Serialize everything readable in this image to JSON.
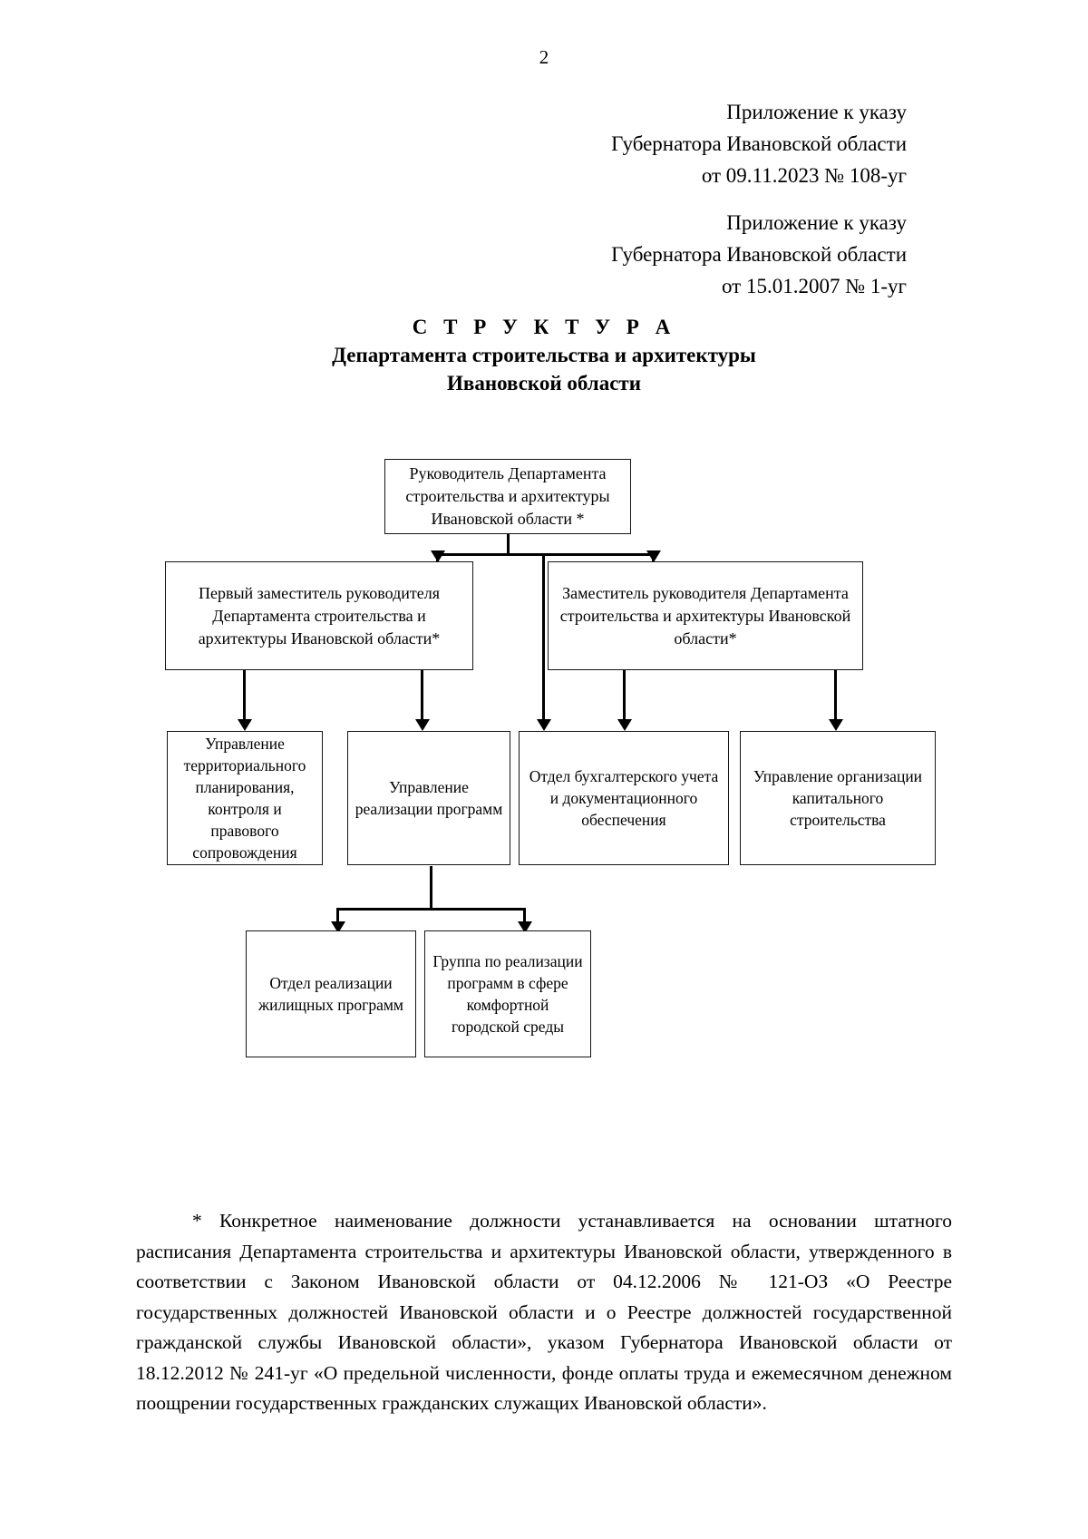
{
  "page": {
    "number": "2"
  },
  "approvals": [
    {
      "lines": [
        "Приложение к указу",
        "Губернатора Ивановской области",
        "от 09.11.2023 № 108-уг"
      ]
    },
    {
      "lines": [
        "Приложение к указу",
        "Губернатора Ивановской области",
        "от 15.01.2007 № 1-уг"
      ]
    }
  ],
  "title": {
    "main": "С Т Р У К Т У Р А",
    "sub1": "Департамента строительства и архитектуры",
    "sub2": "Ивановской области"
  },
  "chart_data": {
    "type": "diagram",
    "title": "Структура Департамента строительства и архитектуры Ивановской области",
    "nodes": [
      {
        "id": "head",
        "label": "Руководитель Департамента строительства и архитектуры Ивановской области *",
        "level": 1
      },
      {
        "id": "first_deputy",
        "label": "Первый заместитель руководителя Департамента строительства и архитектуры Ивановской области*",
        "level": 2
      },
      {
        "id": "deputy",
        "label": "Заместитель руководителя Департамента строительства и архитектуры Ивановской области*",
        "level": 2
      },
      {
        "id": "territorial",
        "label": "Управление территориального планирования, контроля и правового сопровождения",
        "level": 3
      },
      {
        "id": "programs",
        "label": "Управление реализации программ",
        "level": 3
      },
      {
        "id": "accounting",
        "label": "Отдел бухгалтерского учета и документационного обеспечения",
        "level": 3
      },
      {
        "id": "capital",
        "label": "Управление организации капитального строительства",
        "level": 3
      },
      {
        "id": "housing",
        "label": "Отдел реализации жилищных программ",
        "level": 4
      },
      {
        "id": "urban_env",
        "label": "Группа по реализации программ в сфере комфортной городской среды",
        "level": 4
      }
    ],
    "edges": [
      {
        "from": "head",
        "to": "first_deputy"
      },
      {
        "from": "head",
        "to": "deputy"
      },
      {
        "from": "head",
        "to": "accounting"
      },
      {
        "from": "first_deputy",
        "to": "territorial"
      },
      {
        "from": "first_deputy",
        "to": "programs"
      },
      {
        "from": "deputy",
        "to": "accounting"
      },
      {
        "from": "deputy",
        "to": "capital"
      },
      {
        "from": "programs",
        "to": "housing"
      },
      {
        "from": "programs",
        "to": "urban_env"
      }
    ]
  },
  "footnote": {
    "text": "*   Конкретное наименование должности устанавливается на основании штатного расписания Департамента строительства и архитектуры Ивановской области, утвержденного в соответствии с Законом Ивановской области от 04.12.2006 № 121-ОЗ «О Реестре государственных должностей Ивановской области и о Реестре должностей государственной гражданской службы Ивановской области», указом Губернатора Ивановской области от 18.12.2012 № 241-уг «О предельной численности, фонде оплаты труда и ежемесячном денежном поощрении государственных гражданских служащих Ивановской области»."
  }
}
